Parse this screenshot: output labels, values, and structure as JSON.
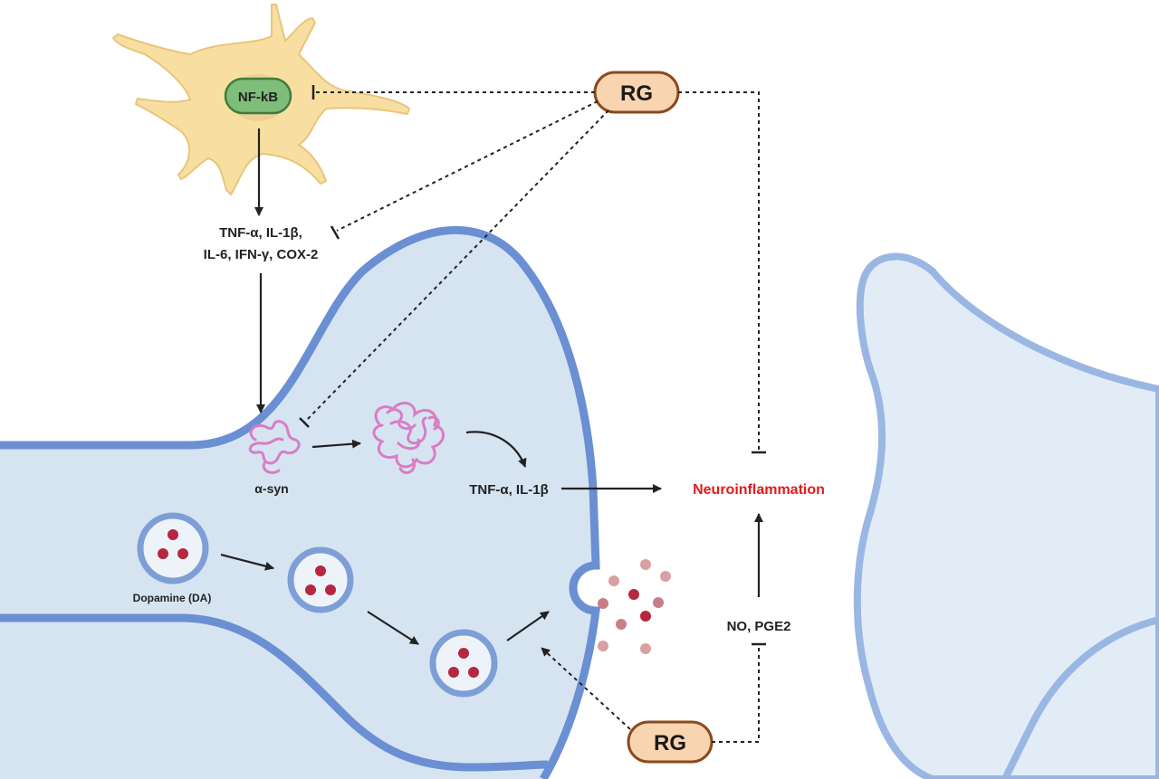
{
  "labels": {
    "nfkb": "NF-kB",
    "rg_top": "RG",
    "rg_bottom": "RG",
    "cytokines_line1": "TNF-α, IL-1β,",
    "cytokines_line2": "IL-6, IFN-γ, COX-2",
    "asyn": "α-syn",
    "tnf_il1b": "TNF-α, IL-1β",
    "neuroinflammation": "Neuroinflammation",
    "dopamine": "Dopamine (DA)",
    "no_pge2": "NO, PGE2"
  },
  "colors": {
    "microglia_fill": "#f8dfa1",
    "microglia_stroke": "#e8c57b",
    "nucleus_fill": "#7fbe7a",
    "nucleus_stroke": "#3f7d3c",
    "rg_fill": "#f8d4b0",
    "rg_stroke": "#8a4a1c",
    "neuron_fill": "#d6e4f2",
    "neuron_stroke": "#6a8fd3",
    "postsyn_stroke": "#9ab7e3",
    "asyn_color": "#d97dc4",
    "dopamine_red": "#b5283f",
    "released_light": "#d9a0a3",
    "neuroinflammation_red": "#e21b1b",
    "arrow": "#222222"
  }
}
